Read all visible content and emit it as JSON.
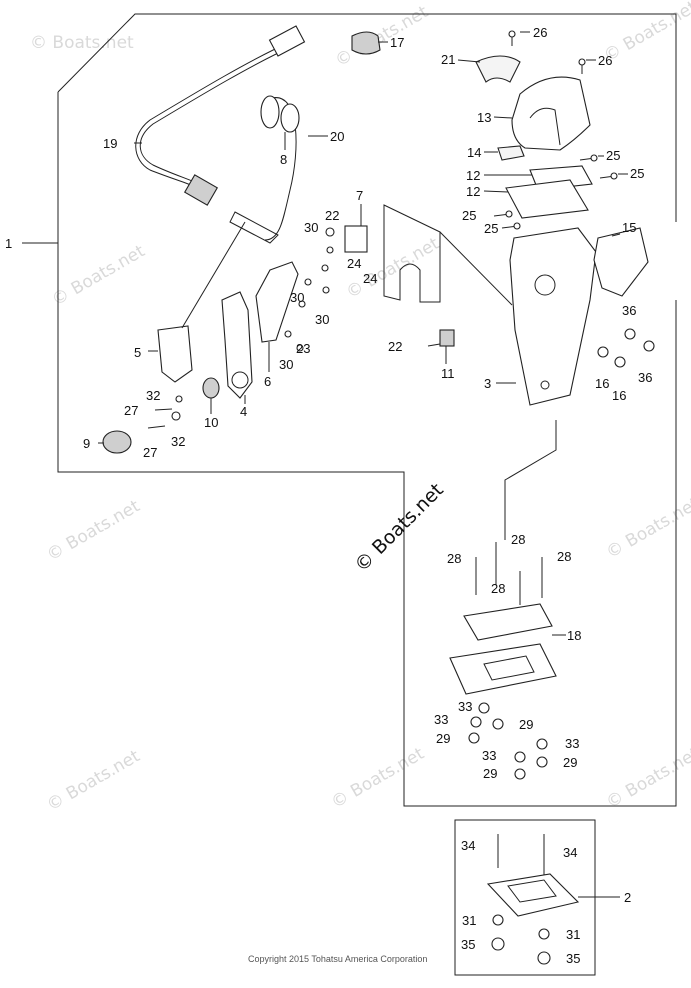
{
  "watermark": {
    "text": "© Boats.net"
  },
  "main_watermark": {
    "text": "© Boats.net"
  },
  "copyright": {
    "text": "Copyright 2015 Tohatsu America Corporation"
  },
  "callouts": {
    "c1": "1",
    "c2": "2",
    "c3": "3",
    "c4": "4",
    "c5": "5",
    "c6": "6",
    "c7": "7",
    "c8": "8",
    "c9": "9",
    "c10": "10",
    "c11": "11",
    "c12a": "12",
    "c12b": "12",
    "c13": "13",
    "c14": "14",
    "c15": "15",
    "c16a": "16",
    "c16b": "16",
    "c17": "17",
    "c18": "18",
    "c19": "19",
    "c20": "20",
    "c21": "21",
    "c22a": "22",
    "c22b": "22",
    "c23": "23",
    "c24a": "24",
    "c24b": "24",
    "c25a": "25",
    "c25b": "25",
    "c25c": "25",
    "c25d": "25",
    "c26a": "26",
    "c26b": "26",
    "c27a": "27",
    "c27b": "27",
    "c28a": "28",
    "c28b": "28",
    "c28c": "28",
    "c28d": "28",
    "c29a": "29",
    "c29b": "29",
    "c29c": "29",
    "c29d": "29",
    "c30a": "30",
    "c30b": "30",
    "c30c": "30",
    "c30d": "30",
    "c31a": "31",
    "c31b": "31",
    "c32a": "32",
    "c32b": "32",
    "c33a": "33",
    "c33b": "33",
    "c33c": "33",
    "c33d": "33",
    "c34a": "34",
    "c34b": "34",
    "c35a": "35",
    "c35b": "35",
    "c36a": "36",
    "c36b": "36"
  }
}
